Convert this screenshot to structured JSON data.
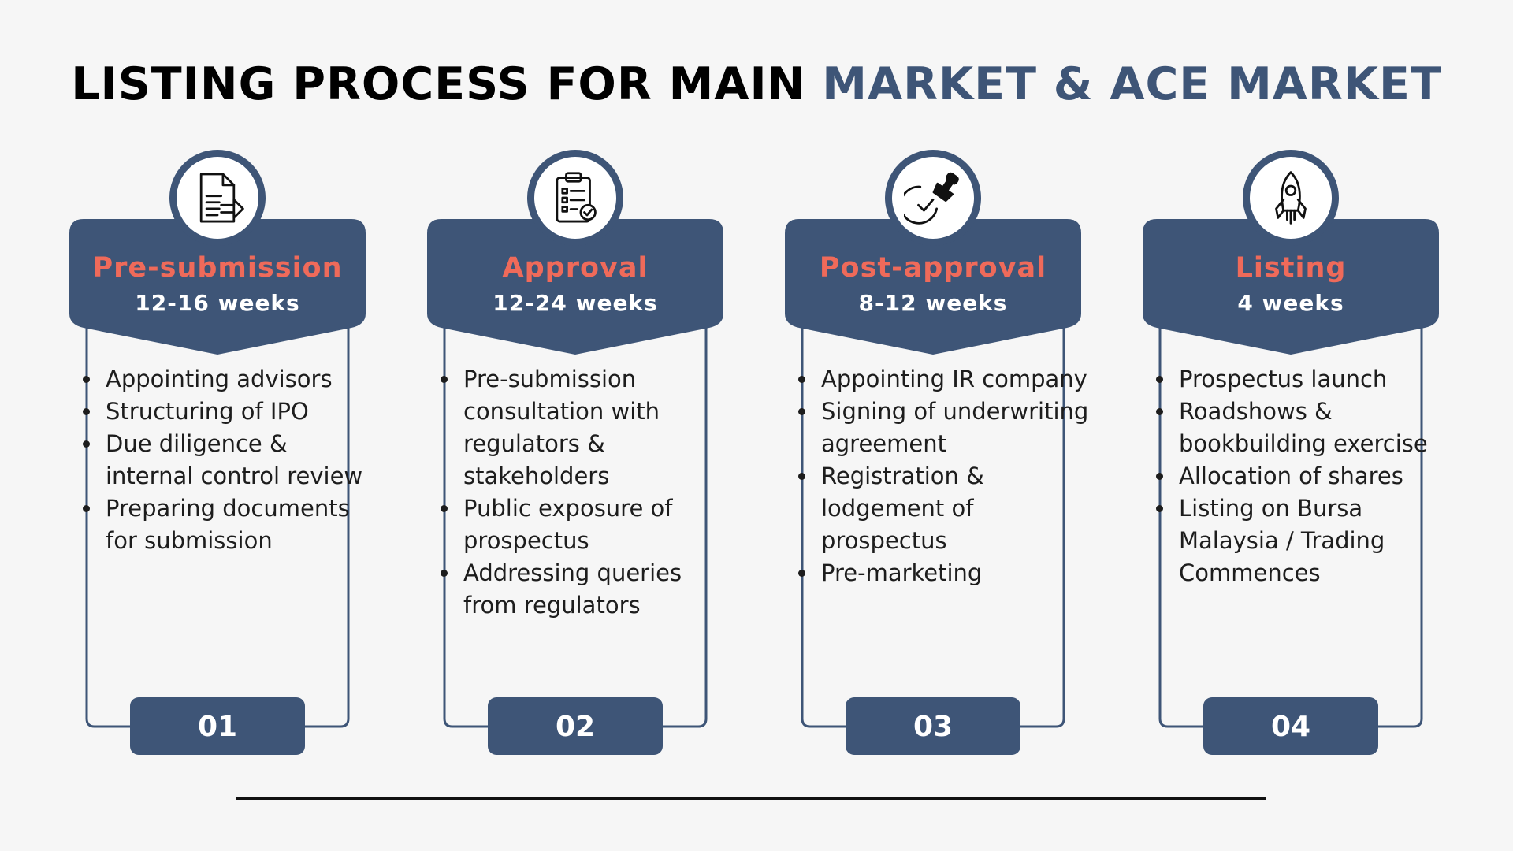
{
  "title": {
    "part1": "LISTING PROCESS FOR MAIN",
    "part2": "MARKET & ACE MARKET"
  },
  "colors": {
    "navy": "#3e5577",
    "accent": "#ef6a5a",
    "background": "#f6f6f6"
  },
  "steps": [
    {
      "icon": "document-arrow-icon",
      "title": "Pre-submission",
      "duration": "12-16 weeks",
      "number": "01",
      "items": [
        "Appointing advisors",
        "Structuring of IPO",
        "Due diligence & internal control review",
        "Preparing documents for submission"
      ]
    },
    {
      "icon": "checklist-clipboard-icon",
      "title": "Approval",
      "duration": "12-24 weeks",
      "number": "02",
      "items": [
        "Pre-submission consultation with regulators & stakeholders",
        "Public exposure of prospectus",
        "Addressing queries from regulators"
      ]
    },
    {
      "icon": "approval-stamp-icon",
      "title": "Post-approval",
      "duration": "8-12 weeks",
      "number": "03",
      "items": [
        "Appointing IR company",
        "Signing of underwriting agreement",
        "Registration & lodgement of prospectus",
        "Pre-marketing"
      ]
    },
    {
      "icon": "rocket-icon",
      "title": "Listing",
      "duration": "4 weeks",
      "number": "04",
      "items": [
        "Prospectus launch",
        "Roadshows & bookbuilding exercise",
        "Allocation of shares",
        "Listing on Bursa Malaysia / Trading Commences"
      ]
    }
  ]
}
